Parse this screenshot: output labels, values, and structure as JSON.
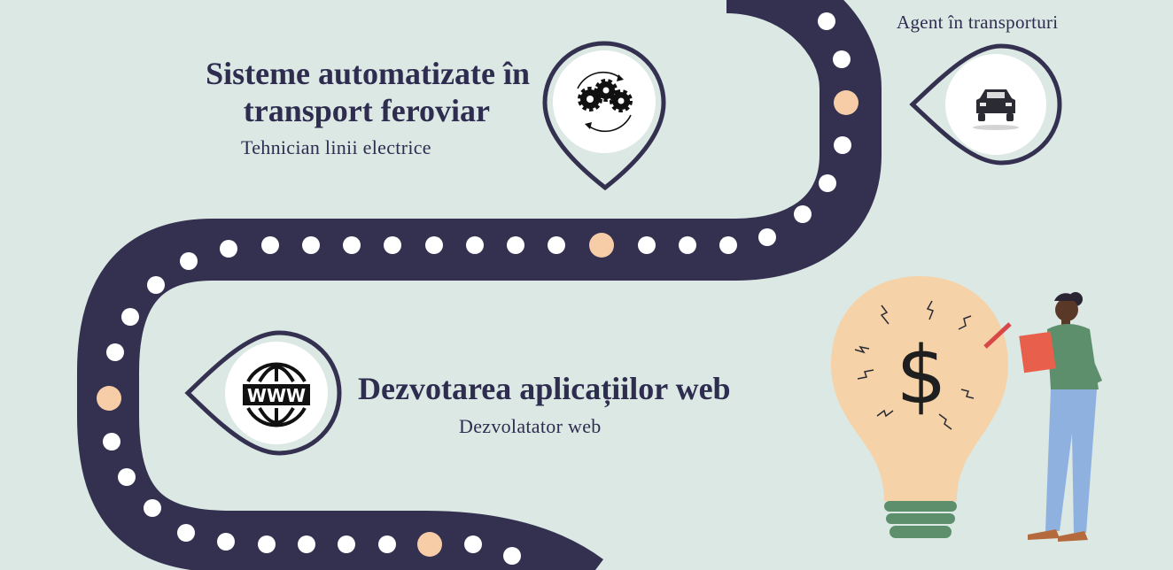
{
  "colors": {
    "background": "#dbe8e4",
    "road": "#34304f",
    "dot": "#ffffff",
    "accent_dot": "#f6cda6",
    "pin_fill": "#eef4f2",
    "bulb": "#f5d2a8",
    "bulb_base": "#5e8f6d",
    "text": "#2e2c4f"
  },
  "milestones": [
    {
      "title_line1": "Sisteme automatizate în",
      "title_line2": "transport feroviar",
      "subtitle": "Tehnician linii electrice",
      "icon": "gears-icon"
    },
    {
      "title_line1": "",
      "title_line2": "",
      "subtitle": "Agent în transporturi",
      "icon": "car-icon"
    },
    {
      "title_line1": "Dezvotarea aplicațiilor web",
      "title_line2": "",
      "subtitle": "Dezvolatator web",
      "icon": "www-globe-icon"
    }
  ],
  "illustration": {
    "symbol": "$",
    "icon": "lightbulb-person-icon"
  }
}
